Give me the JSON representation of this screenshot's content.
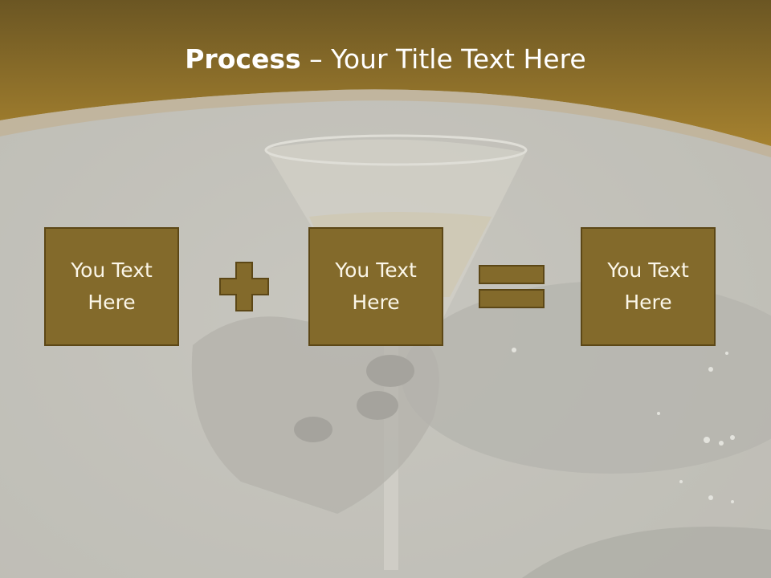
{
  "slide": {
    "title_bold": "Process",
    "title_rest": " – Your Title Text Here"
  },
  "boxes": [
    {
      "label": "You Text Here"
    },
    {
      "label": "You Text Here"
    },
    {
      "label": "You Text Here"
    }
  ],
  "operators": {
    "first": "plus-icon",
    "second": "equals-icon"
  },
  "colors": {
    "header": "#8e6f2a",
    "box_fill": "#836a2b",
    "box_border": "#5c4716",
    "symbol_fill": "#836a2b",
    "background": "#c9c7c0"
  }
}
